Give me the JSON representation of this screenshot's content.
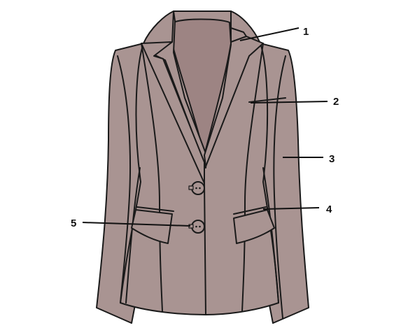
{
  "colors": {
    "fabric": "#a99492",
    "fabric_inner": "#9d8483",
    "outline": "#1a1a1a",
    "background": "#ffffff"
  },
  "callouts": [
    {
      "id": "1",
      "label": "1"
    },
    {
      "id": "2",
      "label": "2"
    },
    {
      "id": "3",
      "label": "3"
    },
    {
      "id": "4",
      "label": "4"
    },
    {
      "id": "5",
      "label": "5"
    }
  ]
}
